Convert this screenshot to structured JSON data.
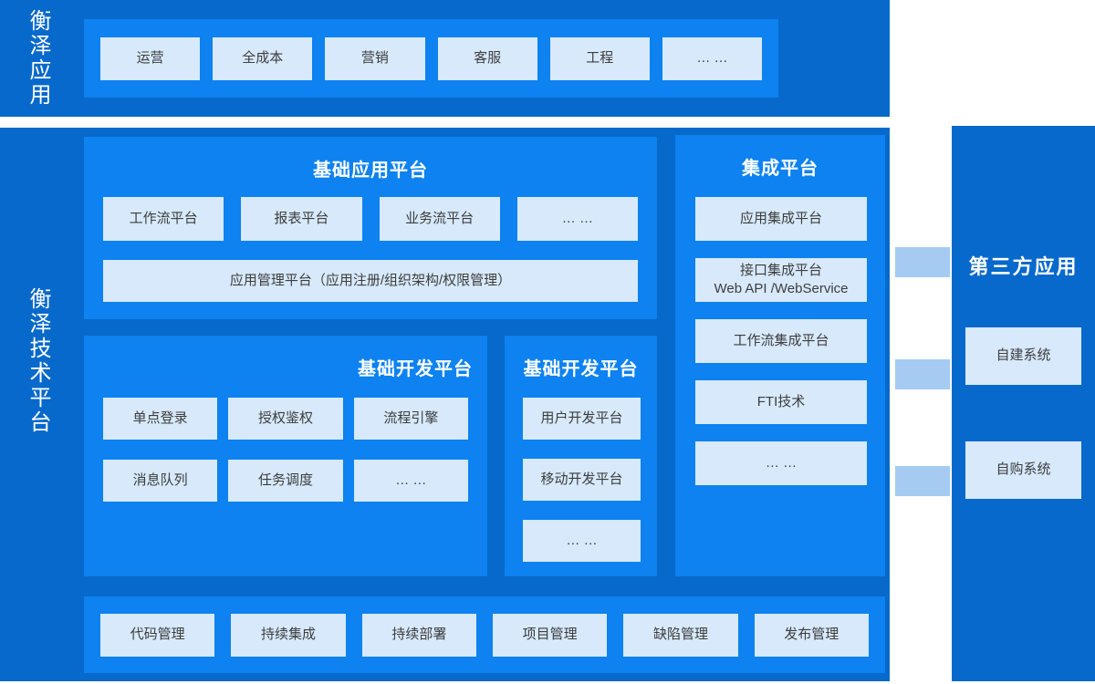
{
  "colors": {
    "band_blue": "#0769cb",
    "panel_blue": "#0d82f0",
    "box_light_blue": "#d7e9fb",
    "connector_blue": "#a5cbf3",
    "box_text": "#3d3d3d",
    "title_text": "#ffffff"
  },
  "top_band": {
    "label": "衡泽应用",
    "boxes": [
      "运营",
      "全成本",
      "营销",
      "客服",
      "工程",
      "… …"
    ]
  },
  "tech_band": {
    "label": "衡泽技术平台",
    "app_platform": {
      "title": "基础应用平台",
      "boxes": [
        "工作流平台",
        "报表平台",
        "业务流平台",
        "… …"
      ],
      "wide_box": "应用管理平台（应用注册/组织架构/权限管理）"
    },
    "dev_platform_left": {
      "title": "基础开发平台",
      "boxes": [
        "单点登录",
        "授权鉴权",
        "流程引擎",
        "消息队列",
        "任务调度",
        "… …"
      ]
    },
    "dev_platform_mid": {
      "title": "基础开发平台",
      "boxes": [
        "用户开发平台",
        "移动开发平台",
        "… …"
      ]
    },
    "integration_platform": {
      "title": "集成平台",
      "boxes": [
        "应用集成平台",
        "接口集成平台\nWeb API /WebService",
        "工作流集成平台",
        "FTI技术",
        "… …"
      ]
    },
    "devops_bar": {
      "boxes": [
        "代码管理",
        "持续集成",
        "持续部署",
        "项目管理",
        "缺陷管理",
        "发布管理"
      ]
    }
  },
  "third_party": {
    "title": "第三方应用",
    "boxes": [
      "自建系统",
      "自购系统"
    ]
  }
}
